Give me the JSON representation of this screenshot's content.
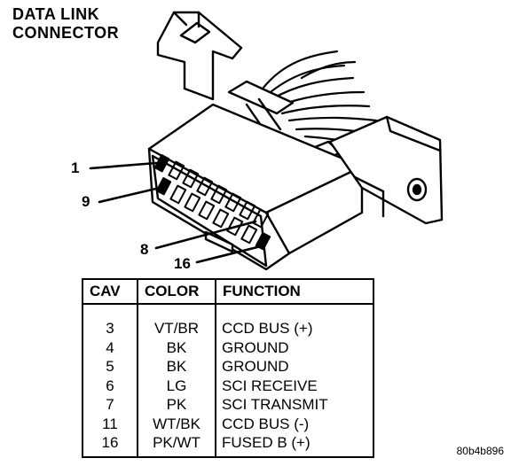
{
  "title": {
    "line1": "DATA LINK",
    "line2": "CONNECTOR"
  },
  "pin_labels": {
    "p1": "1",
    "p9": "9",
    "p8": "8",
    "p16": "16"
  },
  "table": {
    "headers": {
      "cav": "CAV",
      "color": "COLOR",
      "function": "FUNCTION"
    },
    "rows": [
      {
        "cav": "3",
        "color": "VT/BR",
        "function": "CCD BUS (+)"
      },
      {
        "cav": "4",
        "color": "BK",
        "function": "GROUND"
      },
      {
        "cav": "5",
        "color": "BK",
        "function": "GROUND"
      },
      {
        "cav": "6",
        "color": "LG",
        "function": "SCI RECEIVE"
      },
      {
        "cav": "7",
        "color": "PK",
        "function": "SCI TRANSMIT"
      },
      {
        "cav": "11",
        "color": "WT/BK",
        "function": "CCD BUS (-)"
      },
      {
        "cav": "16",
        "color": "PK/WT",
        "function": "FUSED B (+)"
      }
    ]
  },
  "figure_id": "80b4b896"
}
